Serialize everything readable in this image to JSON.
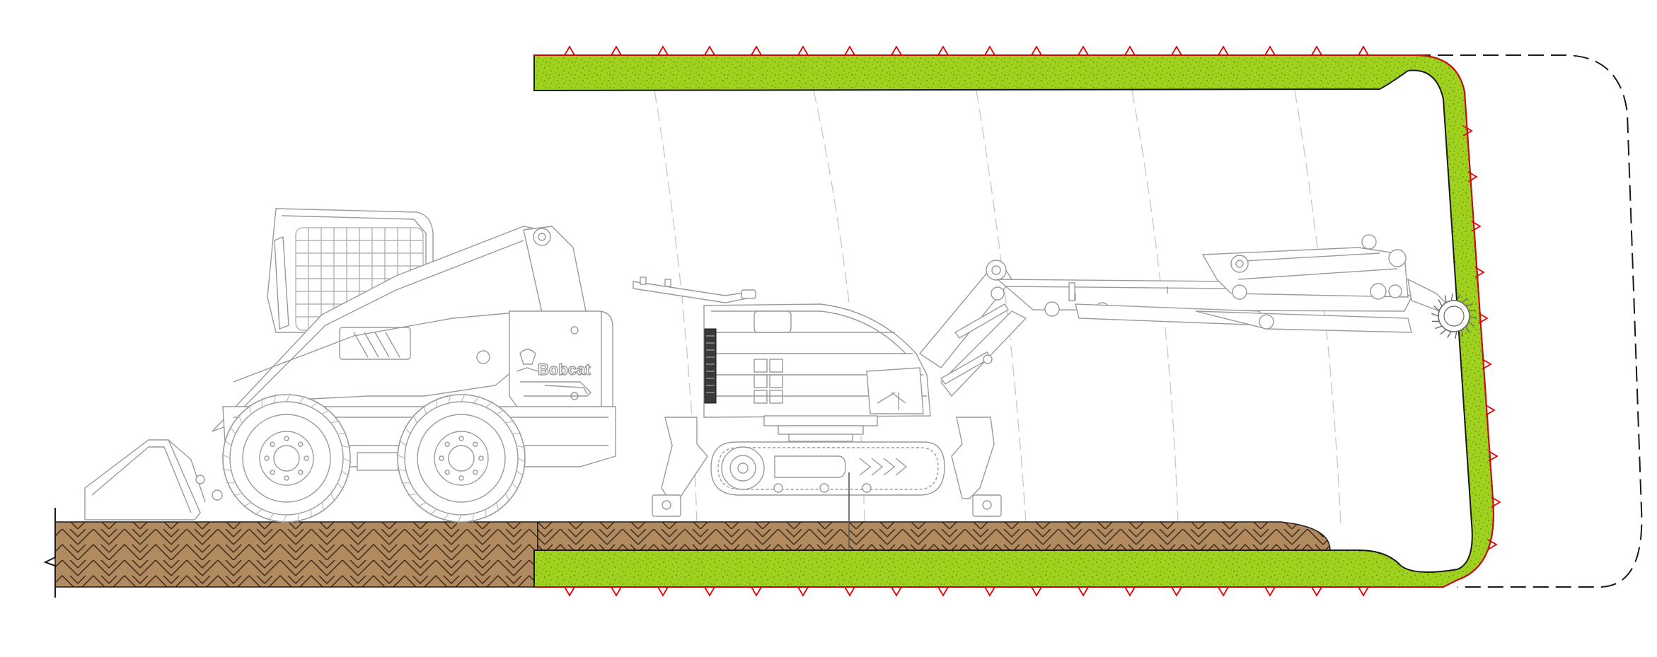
{
  "machines": {
    "skid_steer": {
      "brand_label": "Bobcat",
      "kind": "skid-steer-loader"
    },
    "demolition_robot": {
      "kind": "tracked-demolition-robot",
      "tool": "rotary-drum-cutter"
    }
  },
  "materials": {
    "lining": {
      "color": "#9fd21e",
      "speckle_color": "#4d6a10",
      "tooth_color": "#e60000"
    },
    "ground": {
      "color": "#b28a5f",
      "hatch_color": "#3b2a1a"
    },
    "outline": "#1a1a1a",
    "machine_line": "#9a9a9a",
    "dashed_boundary": "#1a1a1a",
    "sweep_arcs": "#c8c8c8"
  },
  "icons": {
    "teeth": "red-triangle-teeth",
    "cutter": "spiked-drum-icon",
    "lift_arrow": "lift-point-icon"
  }
}
